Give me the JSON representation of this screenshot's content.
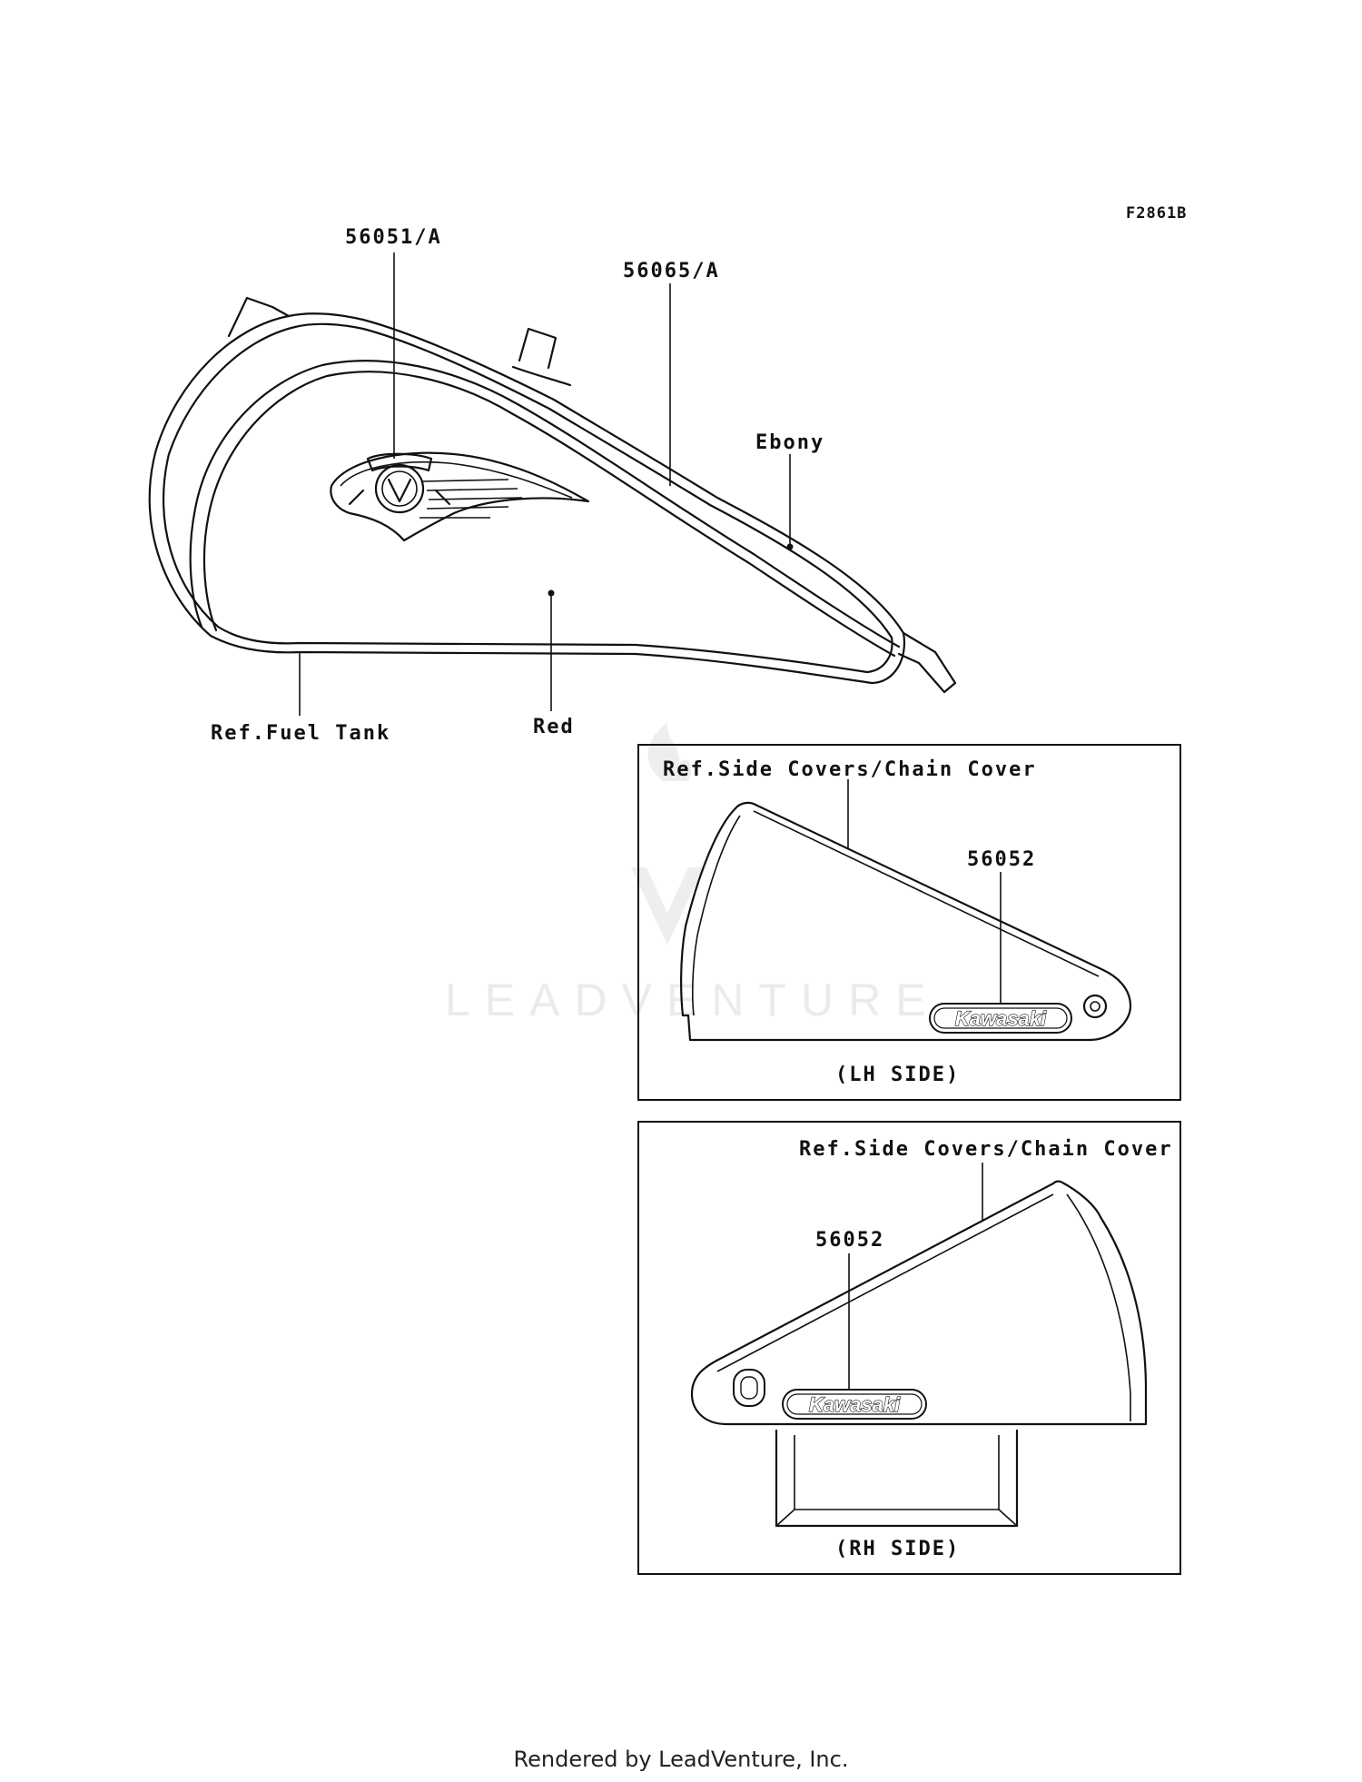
{
  "figure_code": "F2861B",
  "callouts": {
    "tank_emblem": "56051/A",
    "tank_stripe": "56065/A",
    "ebony": "Ebony",
    "red": "Red",
    "fuel_tank_ref": "Ref.Fuel Tank",
    "lh_ref": "Ref.Side Covers/Chain Cover",
    "lh_part": "56052",
    "lh_side": "(LH SIDE)",
    "rh_ref": "Ref.Side Covers/Chain Cover",
    "rh_part": "56052",
    "rh_side": "(RH SIDE)"
  },
  "badges": {
    "lh": "Kawasaki",
    "rh": "Kawasaki"
  },
  "watermark": "LEADVENTURE",
  "footer": "Rendered by LeadVenture, Inc."
}
